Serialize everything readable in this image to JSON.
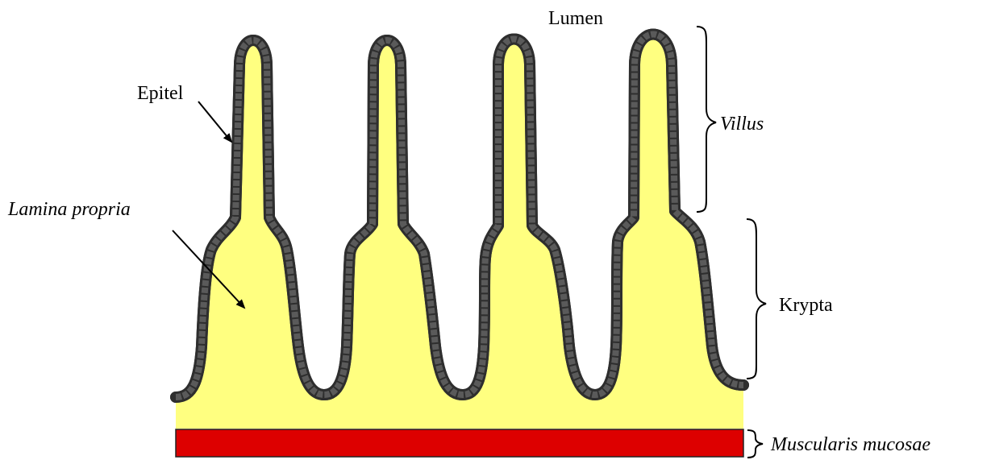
{
  "labels": {
    "lumen": "Lumen",
    "epitel": "Epitel",
    "villus": "Villus",
    "lamina_propria": "Lamina propria",
    "krypta": "Krypta",
    "muscularis_mucosae": "Muscularis mucosae"
  },
  "colors": {
    "lamina_propria_fill": "#ffff80",
    "epithelium": "#5a5a5a",
    "epithelium_border": "#2e2e2e",
    "muscularis": "#dd0000",
    "muscularis_border": "#222222",
    "text": "#000000"
  }
}
